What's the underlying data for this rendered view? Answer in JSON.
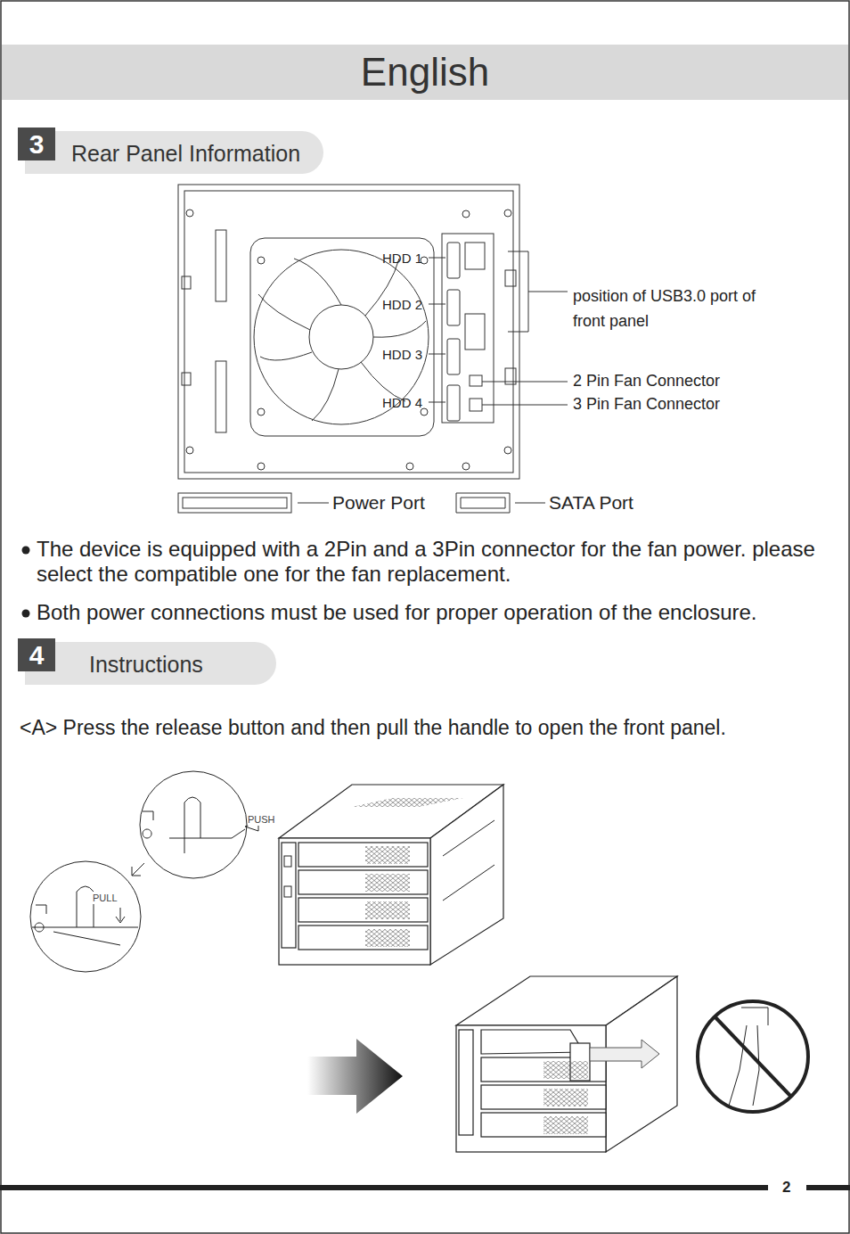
{
  "diagram": {
    "title": "English",
    "nodes": [
      {
        "text": [
          "3",
          "Rear Panel Information"
        ]
      },
      {
        "text": [
          "4",
          "Instructions"
        ]
      }
    ],
    "labels": [
      "HDD 1",
      "HDD 2",
      "HDD 3",
      "HDD 4",
      "position of USB3.0 port of front panel",
      "2 Pin Fan Connector",
      "3 Pin Fan Connector",
      "Power Port",
      "SATA Port",
      "The device is equipped with a 2Pin and a 3Pin connector for the fan power. please select the compatible one for the fan replacement.",
      "Both power connections must be used for proper operation of the enclosure.",
      "<A> Press the release button and then pull the handle to open the front panel.",
      "PUSH",
      "PULL",
      "2"
    ]
  }
}
